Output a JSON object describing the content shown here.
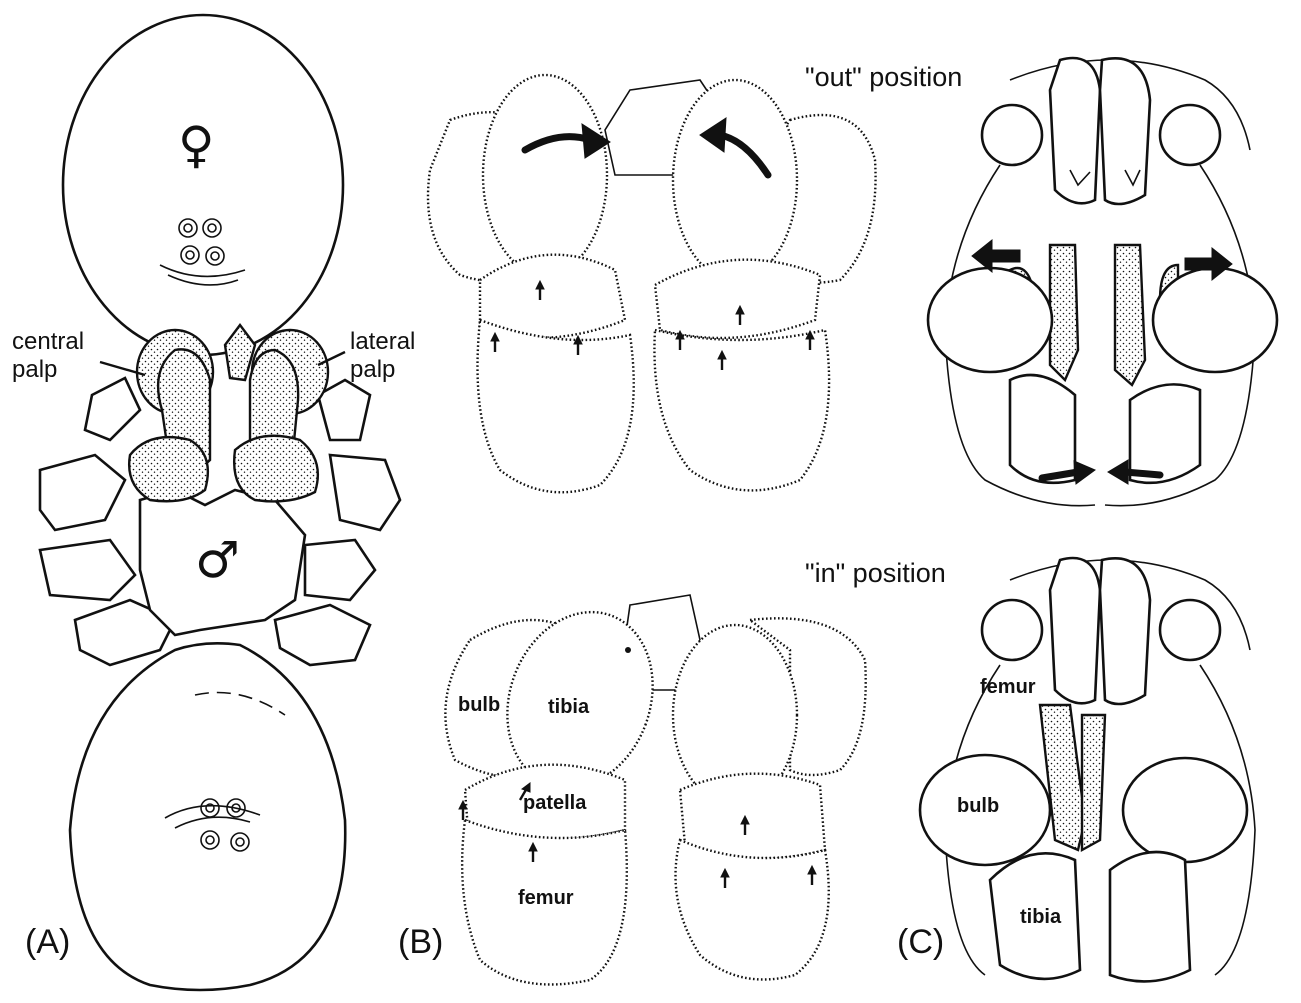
{
  "panels": {
    "a": {
      "letter": "(A)"
    },
    "b": {
      "letter": "(B)"
    },
    "c": {
      "letter": "(C)"
    }
  },
  "annotations": {
    "central_palp": "central\npalp",
    "lateral_palp": "lateral\npalp",
    "out_position": "\"out\" position",
    "in_position": "\"in\" position"
  },
  "symbols": {
    "female": "♀",
    "male": "♂"
  },
  "parts_b": {
    "bulb": "bulb",
    "tibia": "tibia",
    "patella": "patella",
    "femur": "femur"
  },
  "parts_c": {
    "femur": "femur",
    "bulb": "bulb",
    "tibia": "tibia"
  },
  "colors": {
    "ink": "#111111",
    "paper": "#ffffff"
  }
}
